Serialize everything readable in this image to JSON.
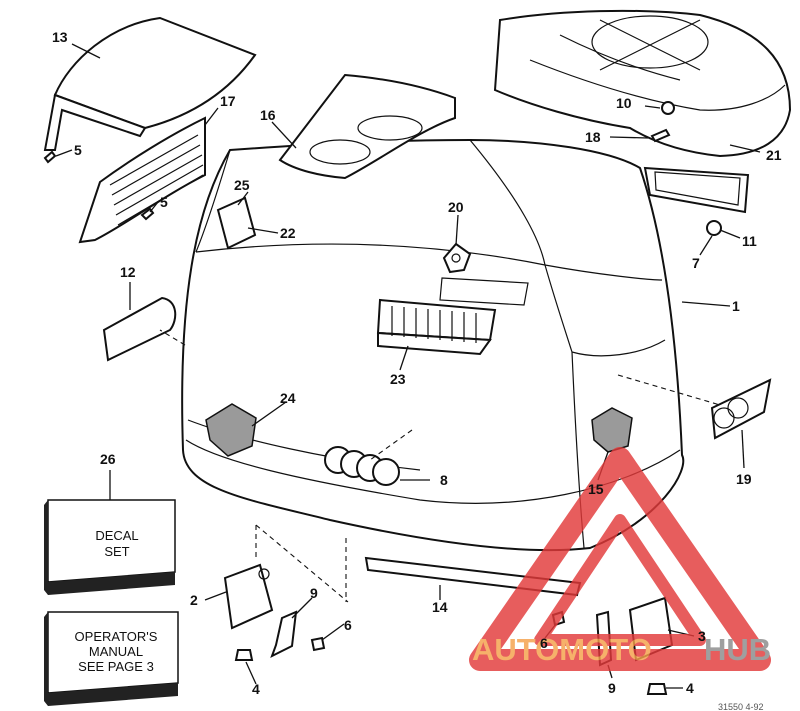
{
  "callouts": {
    "c1": "1",
    "c2": "2",
    "c3": "3",
    "c4a": "4",
    "c4b": "4",
    "c5a": "5",
    "c5b": "5",
    "c6a": "6",
    "c6b": "6",
    "c7": "7",
    "c8": "8",
    "c9a": "9",
    "c9b": "9",
    "c10": "10",
    "c11": "11",
    "c12": "12",
    "c13": "13",
    "c14": "14",
    "c15": "15",
    "c16": "16",
    "c17": "17",
    "c18": "18",
    "c19": "19",
    "c20": "20",
    "c21": "21",
    "c22": "22",
    "c23": "23",
    "c24": "24",
    "c25": "25",
    "c26": "26"
  },
  "decal_box": {
    "line1": "DECAL",
    "line2": "SET"
  },
  "manual_box": {
    "line1": "OPERATOR'S",
    "line2": "MANUAL",
    "line3": "SEE PAGE 3"
  },
  "watermark": {
    "text_a": "AUTOMOTO",
    "text_b": "HUB",
    "color_a": "#f5a14a",
    "color_b": "#8a8a8a",
    "triangle_color": "#e23a3a"
  },
  "drawing_code": "31550 4-92"
}
